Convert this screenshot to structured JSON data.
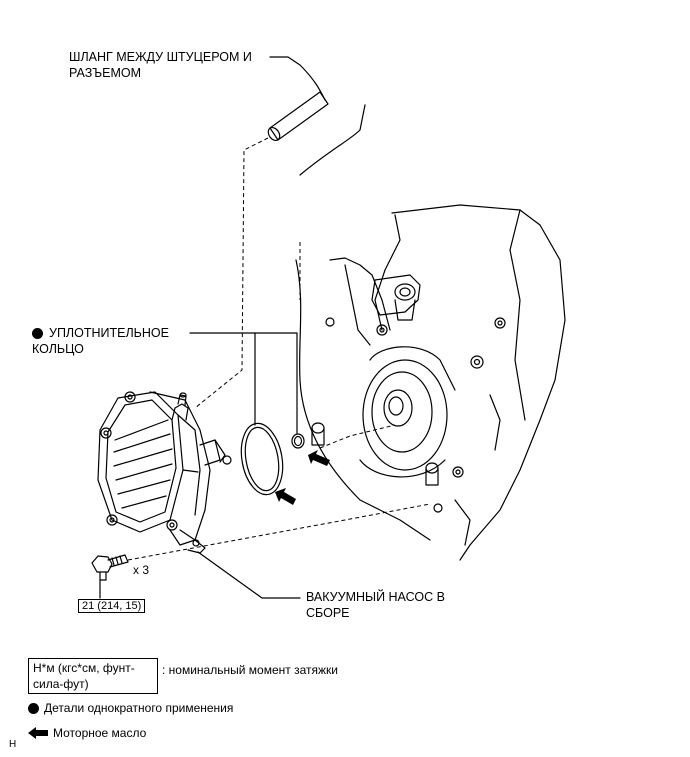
{
  "labels": {
    "hose": [
      "ШЛАНГ МЕЖДУ ШТУЦЕРОМ И",
      "РАЗЪЕМОМ"
    ],
    "o_ring": [
      "УПЛОТНИТЕЛЬНОЕ",
      "КОЛЬЦО"
    ],
    "pump": [
      "ВАКУУМНЫЙ НАСОС В",
      "СБОРЕ"
    ]
  },
  "bolt": {
    "qty": "x 3",
    "torque": "21 (214, 15)"
  },
  "legend": {
    "torque_unit": "Н*м (кгс*см, фунт-сила-фут)",
    "torque_desc": ": номинальный момент затяжки",
    "non_reusable": "Детали однократного применения",
    "engine_oil": "Моторное масло"
  },
  "corner_mark": "H",
  "icons": [
    "non-reusable-dot-icon",
    "oil-arrow-icon"
  ]
}
